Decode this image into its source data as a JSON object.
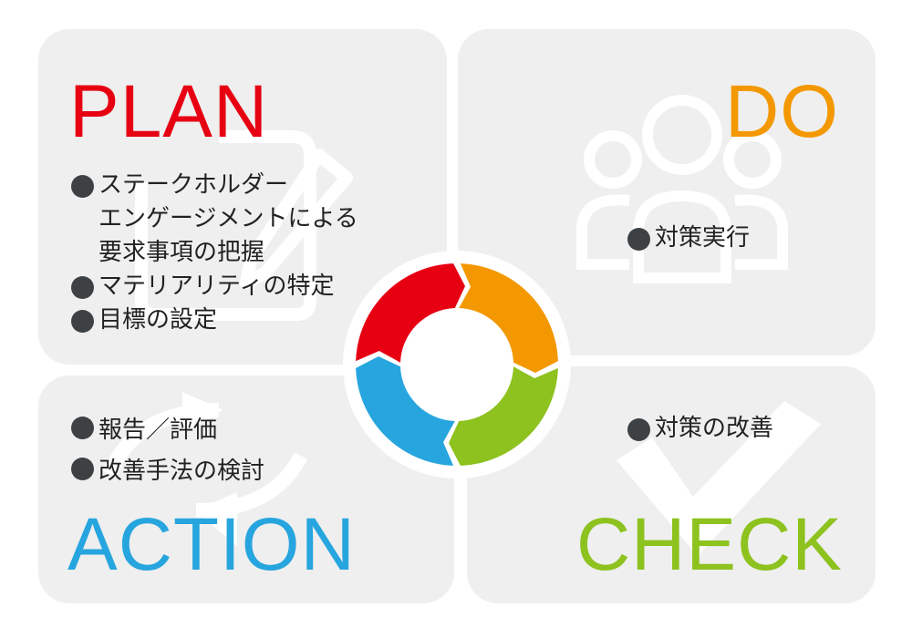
{
  "colors": {
    "plan": "#e60012",
    "do": "#f39800",
    "check": "#8dc21f",
    "action": "#27a5de",
    "panel": "#efefef",
    "bullet": "#3e4144"
  },
  "plan": {
    "title": "PLAN",
    "items": [
      [
        "ステークホルダー",
        "エンゲージメントによる",
        "要求事項の把握"
      ],
      [
        "マテリアリティの特定"
      ],
      [
        "目標の設定"
      ]
    ],
    "watermark_icon": "document-pen-icon"
  },
  "do": {
    "title": "DO",
    "items": [
      "対策実行"
    ],
    "watermark_icon": "people-group-icon"
  },
  "check": {
    "title": "CHECK",
    "items": [
      "対策の改善"
    ],
    "watermark_icon": "checkmark-icon"
  },
  "action": {
    "title": "ACTION",
    "items": [
      "報告／評価",
      "改善手法の検討"
    ],
    "watermark_icon": "cycle-arrows-icon"
  },
  "cycle": {
    "segments": [
      "plan",
      "do",
      "check",
      "action"
    ]
  }
}
